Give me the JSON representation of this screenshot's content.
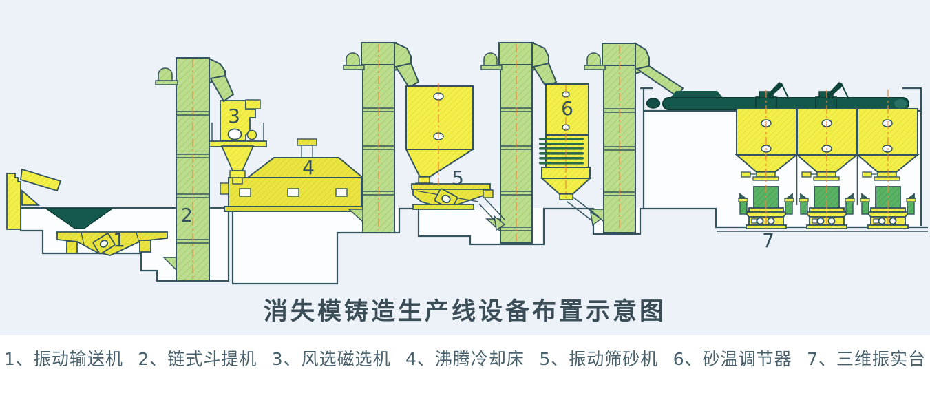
{
  "title": "消失模铸造生产线设备布置示意图",
  "legend": {
    "items": [
      {
        "text": "1、振动输送机",
        "name": "vibrating-conveyor"
      },
      {
        "text": "2、链式斗提机",
        "name": "chain-bucket-elevator"
      },
      {
        "text": "3、风选磁选机",
        "name": "air-magnetic-separator"
      },
      {
        "text": "4、沸腾冷却床",
        "name": "fluidized-cooling-bed"
      },
      {
        "text": "5、振动筛砂机",
        "name": "vibrating-sand-screen"
      },
      {
        "text": "6、砂温调节器",
        "name": "sand-temperature-regulator"
      },
      {
        "text": "7、三维振实台",
        "name": "3d-compaction-table"
      }
    ]
  },
  "labels": {
    "m1": "1",
    "m2": "2",
    "m3": "3",
    "m4": "4",
    "m5": "5",
    "m6": "6",
    "m7": "7"
  },
  "colors": {
    "background": "#edf1f8",
    "bottom_strip": "#ffffff",
    "machine_yellow": "#f2ee4a",
    "elevator_green": "#bcdc8e",
    "flask_green": "#5ab264",
    "dark_teal": "#14584c",
    "outline": "#33545f",
    "centerline_orange": "#ef8338",
    "text": "#3b4e57"
  }
}
